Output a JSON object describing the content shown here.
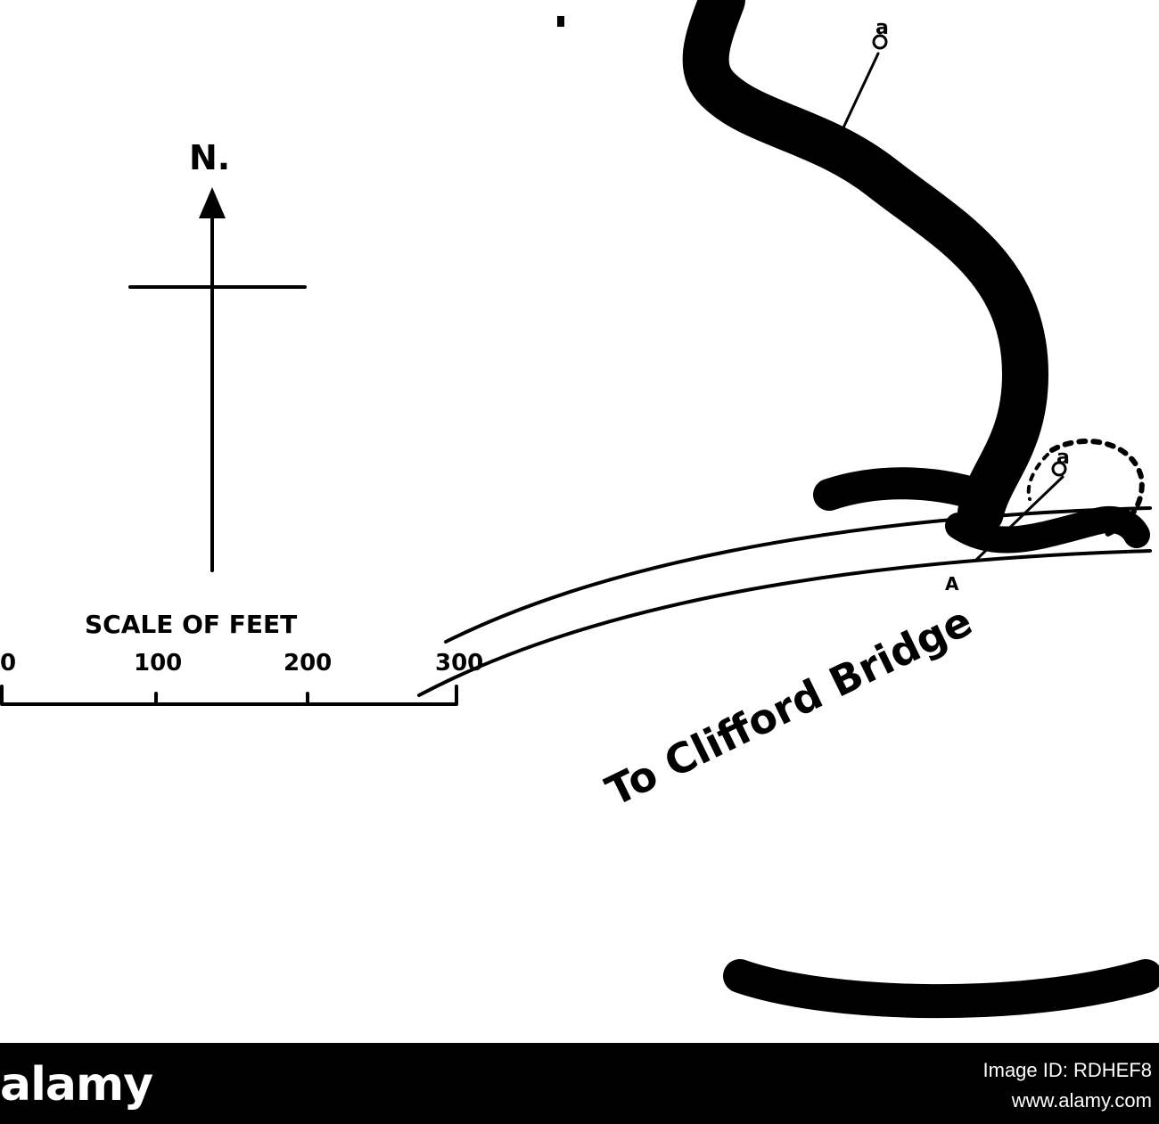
{
  "north_label": "N.",
  "scale": {
    "title": "SCALE OF FEET",
    "ticks": [
      "0",
      "100",
      "200",
      "300"
    ]
  },
  "road_label": "To Clifford Bridge",
  "point_labels": [
    "a",
    "a",
    "A"
  ],
  "footer": {
    "brand": "alamy",
    "image_id": "Image ID: RDHEF8",
    "url": "www.alamy.com",
    "background": "#000000",
    "text_color": "#ffffff"
  },
  "colors": {
    "ink": "#000000",
    "paper": "#ffffff"
  }
}
